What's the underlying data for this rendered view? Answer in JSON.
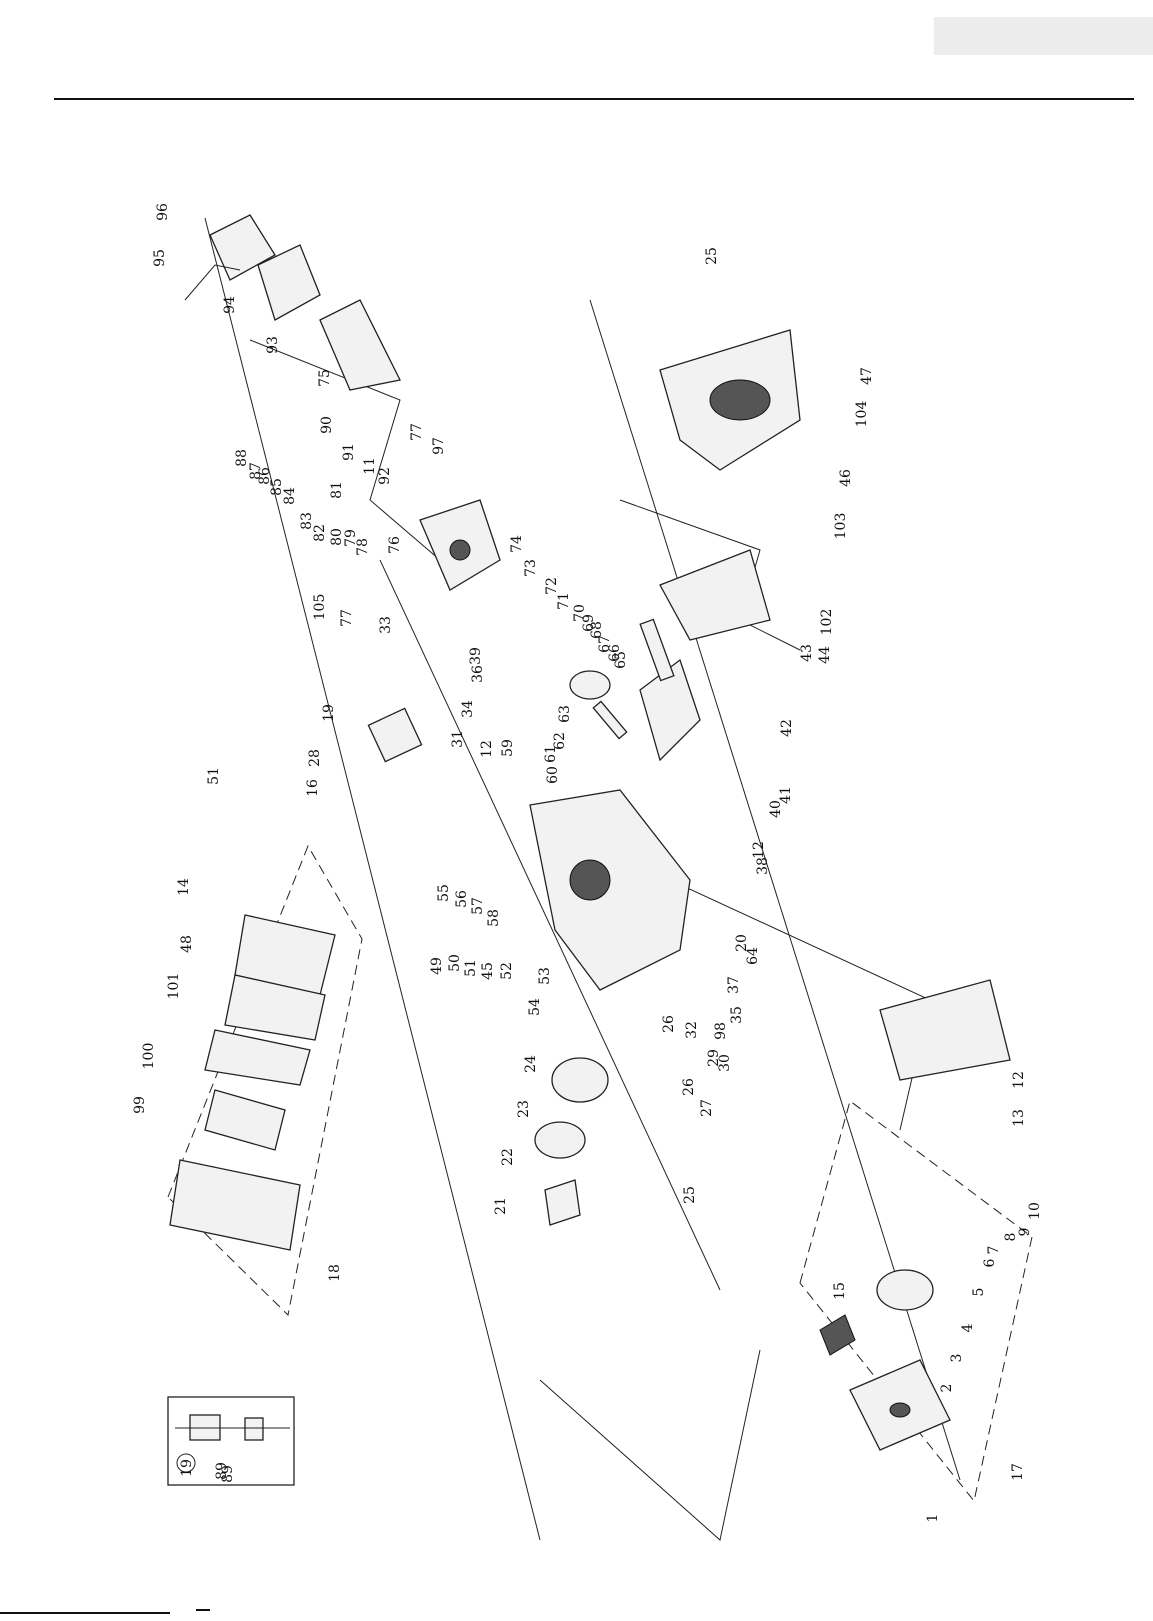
{
  "page": {
    "header_tab_text": "",
    "footer_text": ""
  },
  "callouts": [
    {
      "num": "96"
    },
    {
      "num": "95"
    },
    {
      "num": "94"
    },
    {
      "num": "93"
    },
    {
      "num": "75"
    },
    {
      "num": "88"
    },
    {
      "num": "87"
    },
    {
      "num": "86"
    },
    {
      "num": "85"
    },
    {
      "num": "84"
    },
    {
      "num": "90"
    },
    {
      "num": "91"
    },
    {
      "num": "77"
    },
    {
      "num": "97"
    },
    {
      "num": "11"
    },
    {
      "num": "92"
    },
    {
      "num": "83"
    },
    {
      "num": "81"
    },
    {
      "num": "82"
    },
    {
      "num": "80"
    },
    {
      "num": "79"
    },
    {
      "num": "78"
    },
    {
      "num": "76"
    },
    {
      "num": "105"
    },
    {
      "num": "77"
    },
    {
      "num": "33"
    },
    {
      "num": "36"
    },
    {
      "num": "39"
    },
    {
      "num": "74"
    },
    {
      "num": "73"
    },
    {
      "num": "72"
    },
    {
      "num": "71"
    },
    {
      "num": "70"
    },
    {
      "num": "69"
    },
    {
      "num": "68"
    },
    {
      "num": "67"
    },
    {
      "num": "66"
    },
    {
      "num": "65"
    },
    {
      "num": "63"
    },
    {
      "num": "62"
    },
    {
      "num": "61"
    },
    {
      "num": "60"
    },
    {
      "num": "59"
    },
    {
      "num": "12"
    },
    {
      "num": "34"
    },
    {
      "num": "31"
    },
    {
      "num": "19"
    },
    {
      "num": "28"
    },
    {
      "num": "16"
    },
    {
      "num": "51"
    },
    {
      "num": "14"
    },
    {
      "num": "48"
    },
    {
      "num": "101"
    },
    {
      "num": "100"
    },
    {
      "num": "99"
    },
    {
      "num": "18"
    },
    {
      "num": "55"
    },
    {
      "num": "56"
    },
    {
      "num": "57"
    },
    {
      "num": "58"
    },
    {
      "num": "49"
    },
    {
      "num": "50"
    },
    {
      "num": "51"
    },
    {
      "num": "45"
    },
    {
      "num": "52"
    },
    {
      "num": "53"
    },
    {
      "num": "54"
    },
    {
      "num": "24"
    },
    {
      "num": "23"
    },
    {
      "num": "22"
    },
    {
      "num": "21"
    },
    {
      "num": "25"
    },
    {
      "num": "26"
    },
    {
      "num": "27"
    },
    {
      "num": "29"
    },
    {
      "num": "30"
    },
    {
      "num": "26"
    },
    {
      "num": "32"
    },
    {
      "num": "98"
    },
    {
      "num": "35"
    },
    {
      "num": "37"
    },
    {
      "num": "64"
    },
    {
      "num": "20"
    },
    {
      "num": "38"
    },
    {
      "num": "12"
    },
    {
      "num": "40"
    },
    {
      "num": "41"
    },
    {
      "num": "42"
    },
    {
      "num": "43"
    },
    {
      "num": "44"
    },
    {
      "num": "102"
    },
    {
      "num": "103"
    },
    {
      "num": "46"
    },
    {
      "num": "104"
    },
    {
      "num": "47"
    },
    {
      "num": "25"
    },
    {
      "num": "13"
    },
    {
      "num": "12"
    },
    {
      "num": "10"
    },
    {
      "num": "9"
    },
    {
      "num": "8"
    },
    {
      "num": "7"
    },
    {
      "num": "6"
    },
    {
      "num": "5"
    },
    {
      "num": "4"
    },
    {
      "num": "3"
    },
    {
      "num": "2"
    },
    {
      "num": "17"
    },
    {
      "num": "1"
    },
    {
      "num": "15"
    },
    {
      "num": "89"
    }
  ],
  "inset": {
    "circled_label": "19",
    "part_label": "89"
  }
}
